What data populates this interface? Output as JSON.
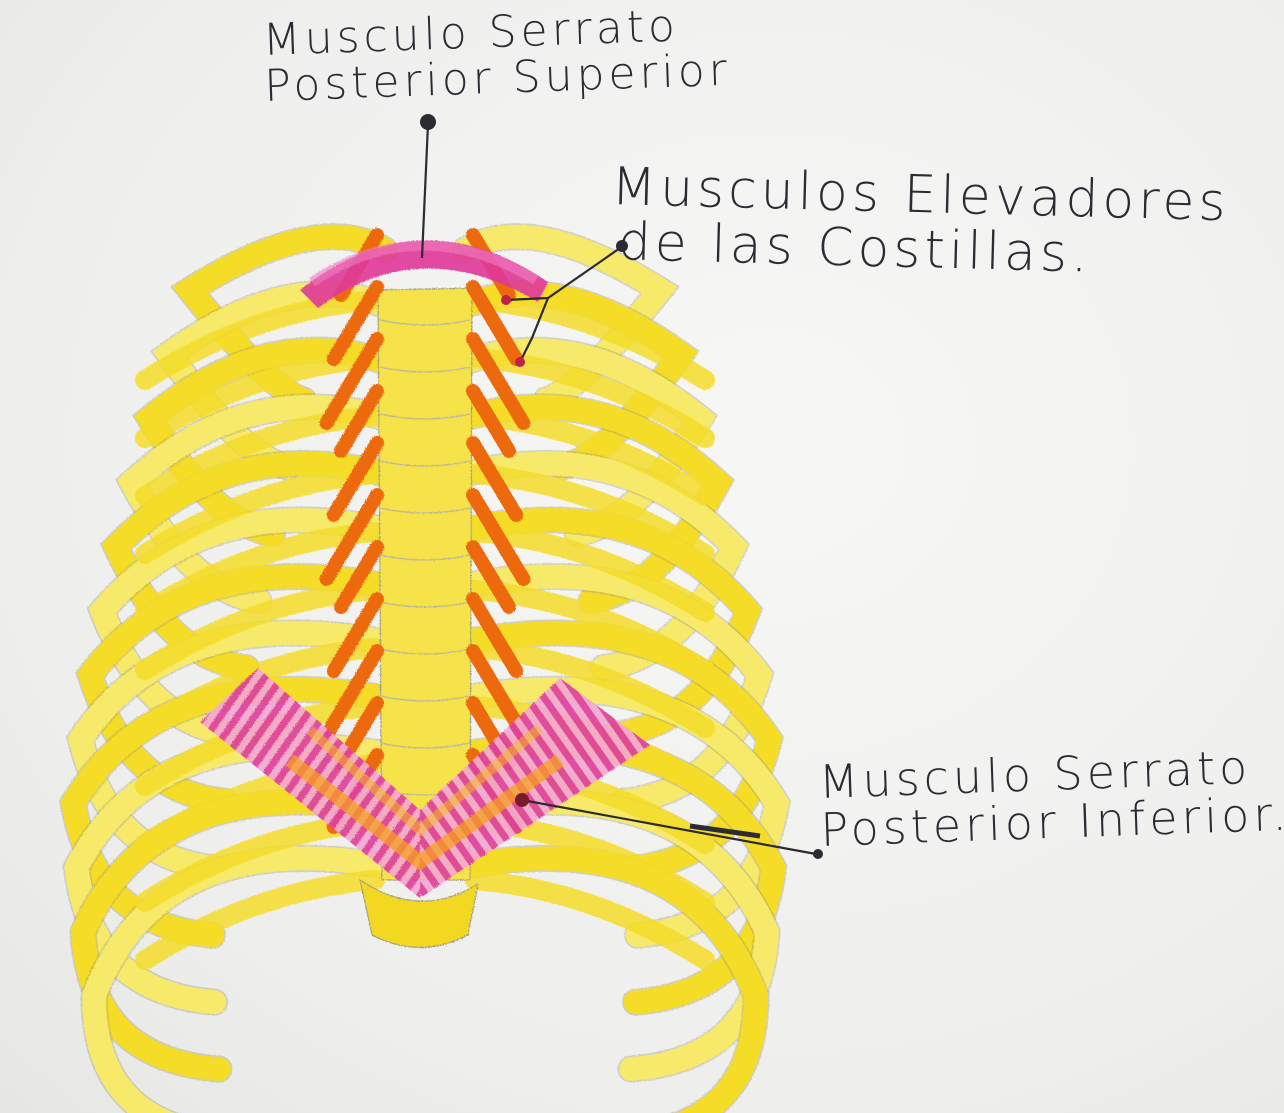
{
  "labels": {
    "serrato_superior": {
      "line1": "Musculo Serrato",
      "line2": "Posterior Superior"
    },
    "elevadores": {
      "line1": "Musculos Elevadores",
      "line2": "de las Costillas."
    },
    "serrato_inferior": {
      "line1": "Musculo Serrato",
      "line2": "Posterior Inferior."
    }
  },
  "colors": {
    "bone": "#f5dc28",
    "bone_light": "#f7ea6a",
    "elevator_muscle": "#ec6a10",
    "serratus": "#e0389a",
    "serratus_light": "#f0a0d0",
    "ink": "#2b2b33",
    "outline": "#8a8a80"
  }
}
